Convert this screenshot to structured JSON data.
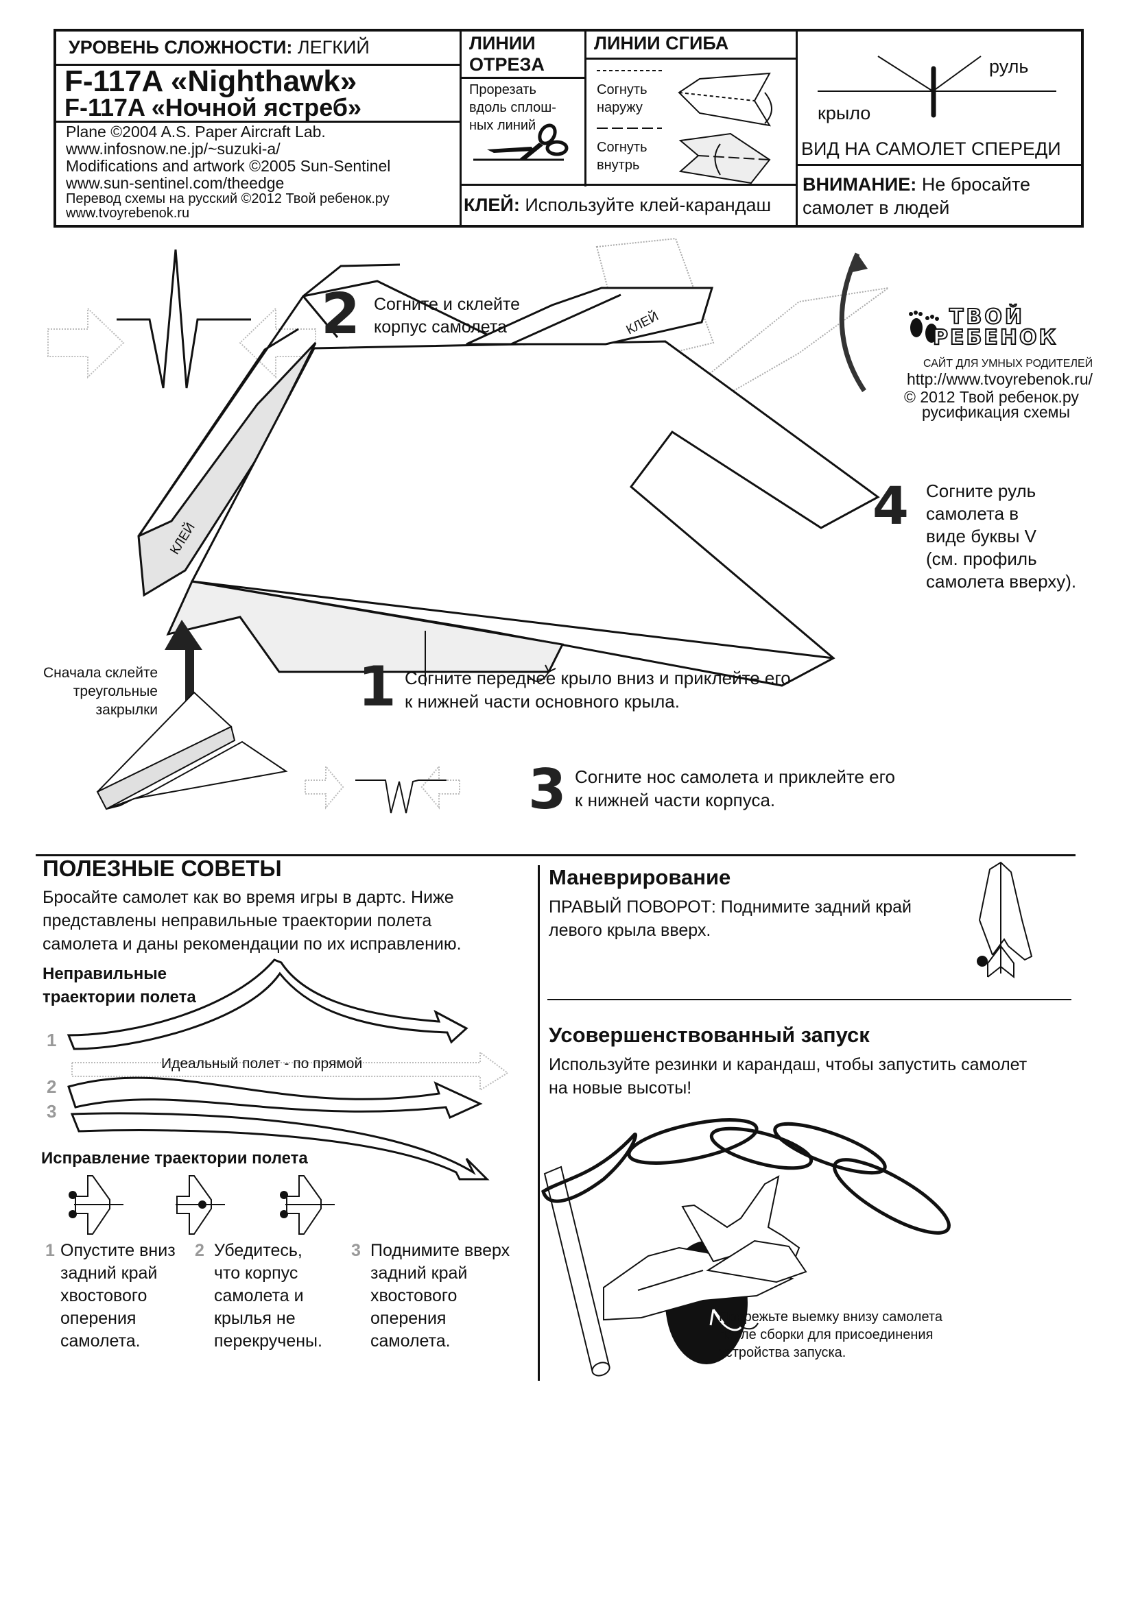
{
  "header": {
    "difficulty_label": "УРОВЕНЬ СЛОЖНОСТИ:",
    "difficulty_value": "ЛЕГКИЙ",
    "title_en": "F-117A «Nighthawk»",
    "title_ru": "F-117A «Ночной ястреб»",
    "credits": [
      "Plane ©2004 A.S. Paper Aircraft Lab.",
      "www.infosnow.ne.jp/~suzuki-a/",
      "Modifications and artwork  ©2005 Sun-Sentinel",
      "www.sun-sentinel.com/theedge",
      "Перевод схемы на русский ©2012 Твой ребенок.ру",
      "www.tvoyrebenok.ru"
    ],
    "cut_lines": {
      "title_line1": "ЛИНИИ",
      "title_line2": "ОТРЕЗА",
      "desc": [
        "Прорезать",
        "вдоль сплош-",
        "ных линий"
      ],
      "icon": "scissors-icon"
    },
    "fold_lines": {
      "title": "ЛИНИИ СГИБА",
      "fold_out": [
        "Согнуть",
        "наружу"
      ],
      "fold_in": [
        "Согнуть",
        "внутрь"
      ]
    },
    "glue": {
      "label": "КЛЕЙ:",
      "text": "Используйте клей-карандаш"
    },
    "front_view": {
      "rudder": "руль",
      "wing": "крыло",
      "caption": "ВИД НА САМОЛЕТ СПЕРЕДИ"
    },
    "warning": {
      "label": "ВНИМАНИЕ:",
      "text_line1": "Не бросайте",
      "text_line2": "самолет в людей"
    }
  },
  "logo": {
    "name_line1": "ТВОЙ",
    "name_line2": "РЕБЕНОК",
    "tagline": "САЙТ ДЛЯ УМНЫХ  РОДИТЕЛЕЙ",
    "url": "http://www.tvoyrebenok.ru/",
    "copyright": "© 2012 Твой ребенок.ру",
    "note": "русификация схемы"
  },
  "steps": [
    {
      "num": "1",
      "lines": [
        "Согните переднее крыло вниз и приклейте его",
        "к нижней части основного крыла."
      ]
    },
    {
      "num": "2",
      "lines": [
        "Согните и склейте",
        "корпус самолета"
      ]
    },
    {
      "num": "3",
      "lines": [
        "Согните нос самолета и приклейте его",
        "к нижней части корпуса."
      ]
    },
    {
      "num": "4",
      "lines": [
        "Согните руль",
        "самолета в",
        "виде буквы V",
        "(см. профиль",
        "самолета вверху)."
      ]
    }
  ],
  "diagram_labels": {
    "glue1": "КЛЕЙ",
    "glue2": "КЛЕЙ",
    "first_glue": [
      "Сначала склейте",
      "треугольные",
      "закрылки"
    ]
  },
  "tips": {
    "title": "ПОЛЕЗНЫЕ СОВЕТЫ",
    "intro": [
      "Бросайте самолет как во время игры в дартс. Ниже",
      "представлены неправильные траектории полета",
      "самолета и даны рекомендации по их исправлению."
    ],
    "wrong_title": [
      "Неправильные",
      "траектории полета"
    ],
    "ideal": "Идеальный полет - по прямой",
    "traj_nums": [
      "1",
      "2",
      "3"
    ],
    "fix_title": "Исправление траектории полета",
    "fixes": [
      {
        "num": "1",
        "lines": [
          "Опустите вниз",
          "задний край",
          "хвостового",
          "оперения",
          "самолета."
        ]
      },
      {
        "num": "2",
        "lines": [
          "Убедитесь,",
          "что корпус",
          "самолета и",
          "крылья не",
          "перекручены."
        ]
      },
      {
        "num": "3",
        "lines": [
          "Поднимите вверх",
          "задний край",
          "хвостового",
          "оперения",
          "самолета."
        ]
      }
    ]
  },
  "maneuver": {
    "title": "Маневрирование",
    "lines": [
      "ПРАВЫЙ ПОВОРОТ: Поднимите задний край",
      "левого крыла вверх."
    ]
  },
  "launch": {
    "title": "Усовершенствованный запуск",
    "lines": [
      "Используйте резинки и карандаш, чтобы запустить самолет",
      "на новые высоты!"
    ],
    "note": [
      "Прорежьте выемку внизу самолета",
      "после сборки для присоединения",
      "устройства запуска."
    ]
  }
}
